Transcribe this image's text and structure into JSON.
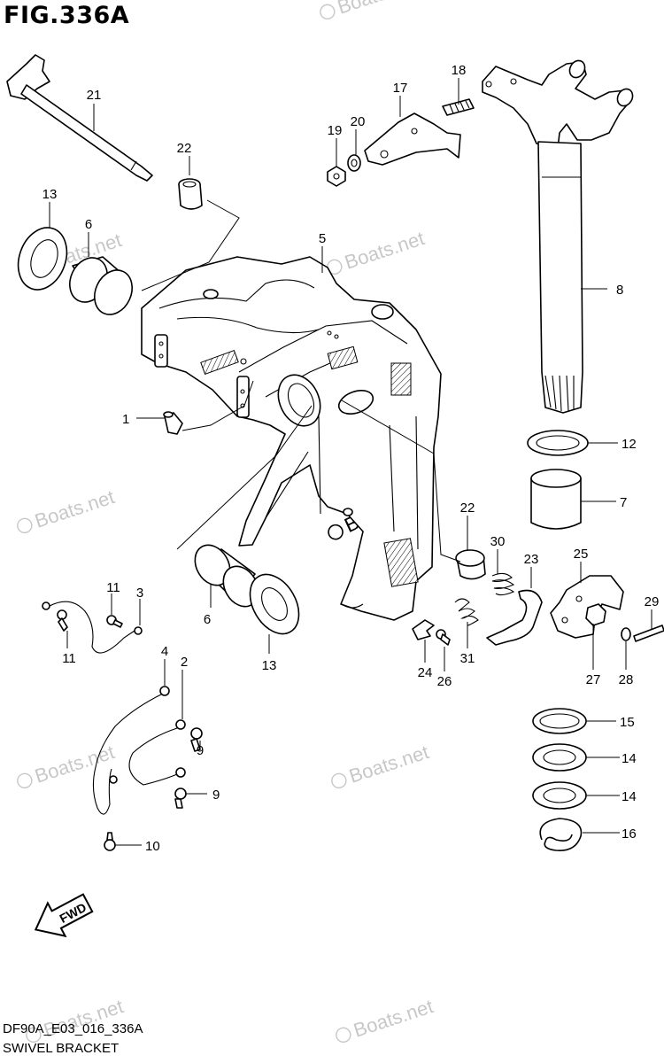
{
  "figure": {
    "title": "FIG.336A"
  },
  "footer": {
    "code": "DF90A_E03_016_336A",
    "name": "SWIVEL BRACKET"
  },
  "fwd_badge": {
    "text": "FWD"
  },
  "watermark": {
    "text": "Boats.net",
    "symbol": "©"
  },
  "callouts": [
    {
      "num": "21"
    },
    {
      "num": "22"
    },
    {
      "num": "13"
    },
    {
      "num": "6"
    },
    {
      "num": "5"
    },
    {
      "num": "17"
    },
    {
      "num": "18"
    },
    {
      "num": "19"
    },
    {
      "num": "20"
    },
    {
      "num": "8"
    },
    {
      "num": "1"
    },
    {
      "num": "12"
    },
    {
      "num": "7"
    },
    {
      "num": "22"
    },
    {
      "num": "30"
    },
    {
      "num": "23"
    },
    {
      "num": "25"
    },
    {
      "num": "29"
    },
    {
      "num": "6"
    },
    {
      "num": "13"
    },
    {
      "num": "11"
    },
    {
      "num": "3"
    },
    {
      "num": "11"
    },
    {
      "num": "24"
    },
    {
      "num": "26"
    },
    {
      "num": "31"
    },
    {
      "num": "27"
    },
    {
      "num": "28"
    },
    {
      "num": "4"
    },
    {
      "num": "2"
    },
    {
      "num": "9"
    },
    {
      "num": "9"
    },
    {
      "num": "10"
    },
    {
      "num": "15"
    },
    {
      "num": "14"
    },
    {
      "num": "14"
    },
    {
      "num": "16"
    }
  ]
}
